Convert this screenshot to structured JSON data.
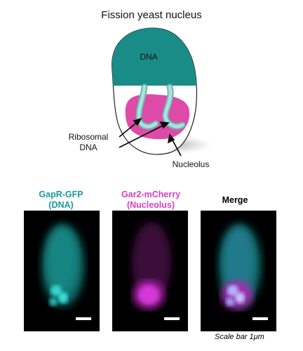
{
  "diagram": {
    "title": "Fission yeast nucleus",
    "dna_label": "DNA",
    "ribosomal_label_line1": "Ribosomal",
    "ribosomal_label_line2": "DNA",
    "nucleolus_label": "Nucleolus"
  },
  "panels": [
    {
      "label_line1": "GapR-GFP",
      "label_line2": "(DNA)",
      "color": "#1a9a9a"
    },
    {
      "label_line1": "Gar2-mCherry",
      "label_line2": "(Nucleolus)",
      "color": "#d63fc3"
    },
    {
      "label_line1": "Merge",
      "label_line2": "",
      "color": "#000000"
    }
  ],
  "scale_caption": "Scale bar 1μm",
  "colors": {
    "dna": "#1a8c88",
    "nucleolus": "#de4aa8",
    "rdna": "#8fd4d0"
  }
}
